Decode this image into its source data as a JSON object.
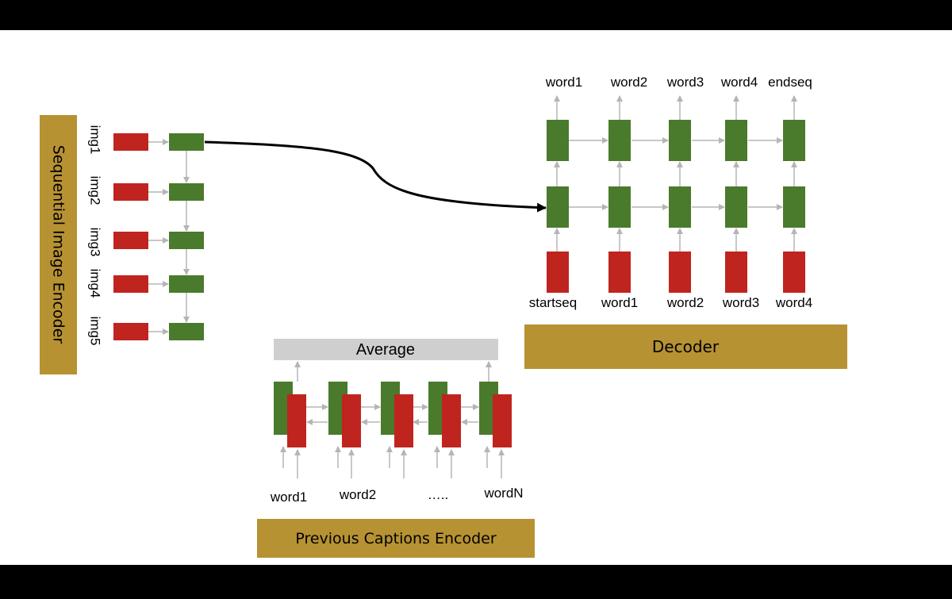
{
  "colors": {
    "frame": "#000000",
    "canvas": "#ffffff",
    "hidden_unit": "#4a7a2c",
    "input_unit": "#c0241f",
    "panel": "#b79233",
    "average_bar": "#cfcfcf",
    "arrow": "#b5b5b5",
    "connector": "#000000"
  },
  "image_encoder": {
    "title": "Sequential Image Encoder",
    "inputs": [
      "img1",
      "img2",
      "img3",
      "img4",
      "img5"
    ]
  },
  "decoder": {
    "title": "Decoder",
    "outputs": [
      "word1",
      "word2",
      "word3",
      "word4",
      "endseq"
    ],
    "inputs": [
      "startseq",
      "word1",
      "word2",
      "word3",
      "word4"
    ]
  },
  "caption_encoder": {
    "title": "Previous Captions Encoder",
    "pooling": "Average",
    "inputs": [
      "word1",
      "word2",
      "…..",
      "wordN"
    ]
  }
}
